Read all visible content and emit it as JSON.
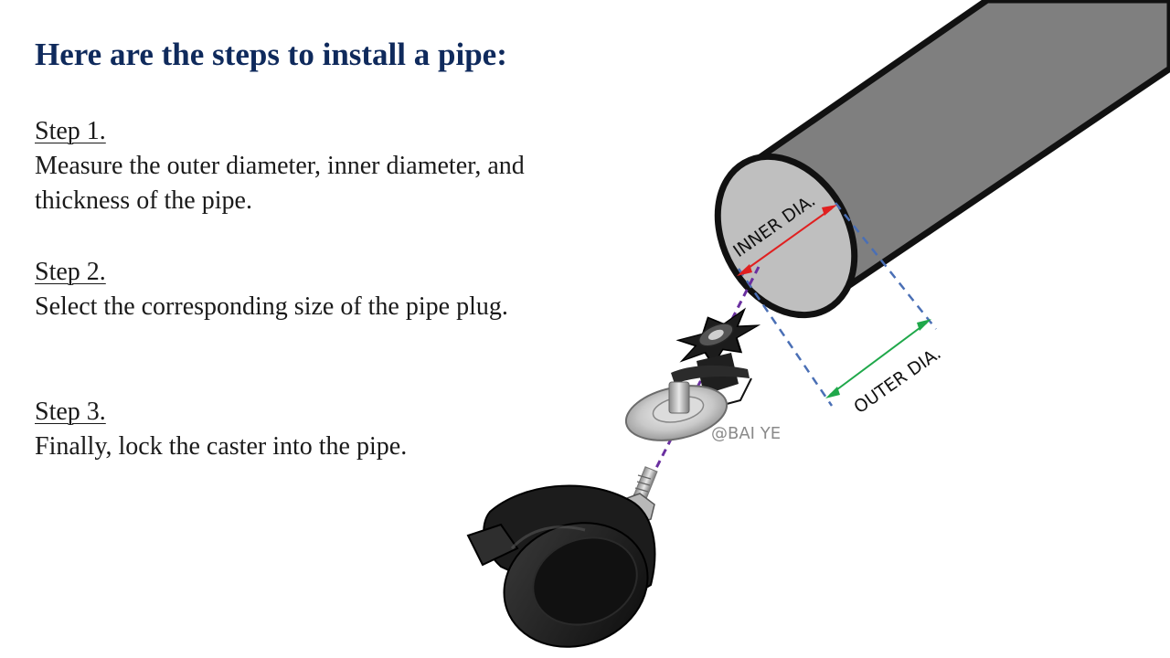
{
  "title": "Here are the steps to install a pipe:",
  "steps": [
    {
      "heading": "Step 1.",
      "body": "Measure the outer diameter, inner diameter, and thickness of the pipe."
    },
    {
      "heading": "Step 2.",
      "body": "Select the corresponding size of the pipe plug."
    },
    {
      "heading": "Step 3.",
      "body": "Finally, lock the caster into the pipe."
    }
  ],
  "diagram": {
    "inner_label": "INNER DIA.",
    "outer_label": "OUTER DIA.",
    "watermark": "@BAI YE"
  },
  "colors": {
    "title": "#0f2a5c",
    "pipe_body": "#7f7f7f",
    "pipe_face": "#bfbfbf",
    "inner_dia_arrow": "#e02020",
    "outer_dia_arrow": "#1fa84a",
    "guide_dash": "#4a6fb5",
    "axis_dash": "#6a2fa0"
  }
}
